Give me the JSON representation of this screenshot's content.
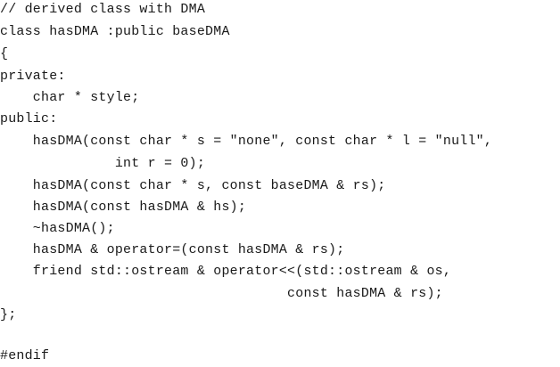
{
  "code_lines": [
    "// derived class with DMA",
    "class hasDMA :public baseDMA",
    "{",
    "private:",
    "    char * style;",
    "public:",
    "    hasDMA(const char * s = \"none\", const char * l = \"null\",",
    "              int r = 0);",
    "    hasDMA(const char * s, const baseDMA & rs);",
    "    hasDMA(const hasDMA & hs);",
    "    ~hasDMA();",
    "    hasDMA & operator=(const hasDMA & rs);",
    "    friend std::ostream & operator<<(std::ostream & os,",
    "                                   const hasDMA & rs);",
    "};",
    "#endif"
  ]
}
